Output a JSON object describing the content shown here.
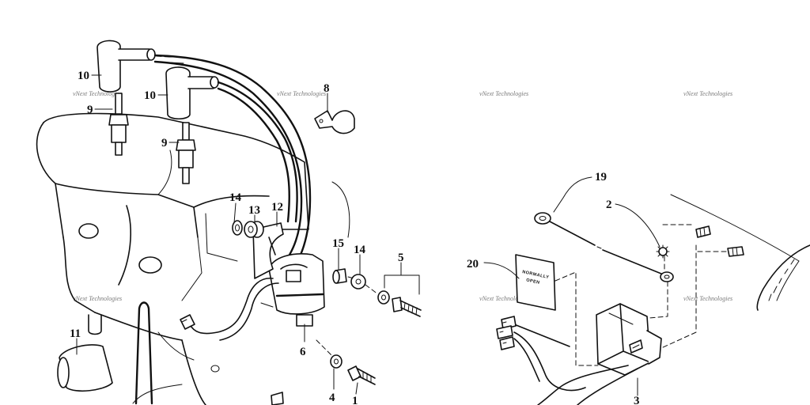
{
  "callouts": {
    "n1": "1",
    "n2": "2",
    "n3": "3",
    "n4": "4",
    "n5": "5",
    "n6": "6",
    "n8": "8",
    "n9a": "9",
    "n9b": "9",
    "n10a": "10",
    "n10b": "10",
    "n11": "11",
    "n12": "12",
    "n13": "13",
    "n14a": "14",
    "n14b": "14",
    "n15": "15",
    "n19": "19",
    "n20": "20"
  },
  "watermark": "vNext Technologies",
  "decal": {
    "line1": "NORMALLY",
    "line2": "OPEN"
  }
}
